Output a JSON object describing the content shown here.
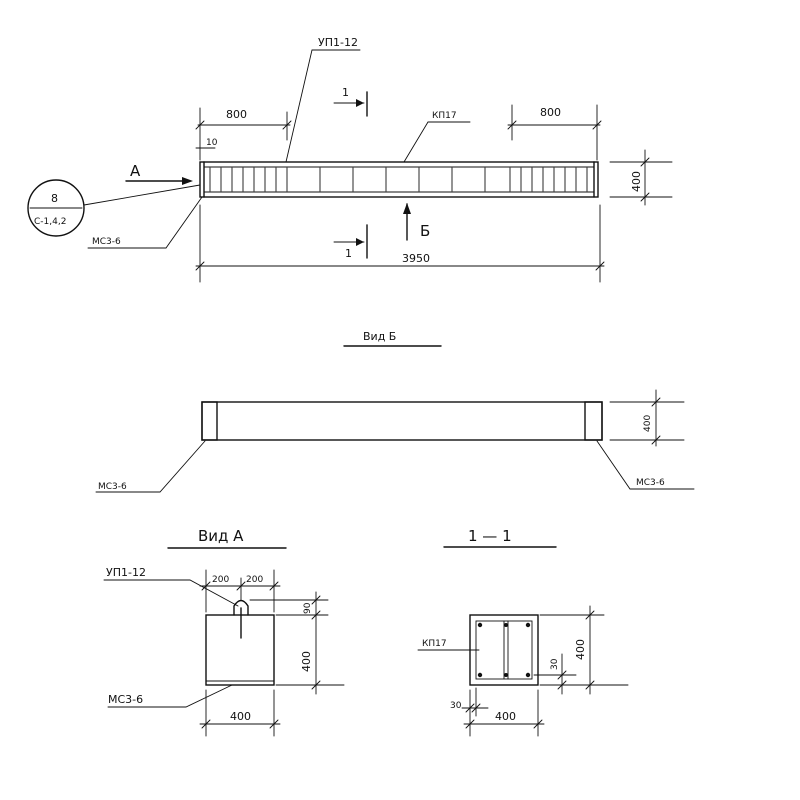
{
  "main_view": {
    "dim_left": "800",
    "dim_right": "800",
    "dim_offset": "10",
    "dim_total": "3950",
    "dim_height": "400",
    "label_up": "УП1-12",
    "label_kp": "КП17",
    "label_mc": "МС3-6",
    "view_a_arrow": "А",
    "view_b_arrow": "Б",
    "section_mark": "1",
    "callout_top": "8",
    "callout_bottom": "С-1,4,2"
  },
  "view_b": {
    "title": "Вид Б",
    "dim_height": "400",
    "label_left": "МС3-6",
    "label_right": "МС3-6"
  },
  "view_a": {
    "title": "Вид А",
    "label_up": "УП1-12",
    "label_mc": "МС3-6",
    "dim_half_left": "200",
    "dim_half_right": "200",
    "dim_loop": "90",
    "dim_height": "400",
    "dim_width": "400"
  },
  "section_1_1": {
    "title": "1 — 1",
    "label_kp": "КП17",
    "dim_cover_side": "30",
    "dim_cover_bottom": "30",
    "dim_height": "400",
    "dim_width": "400"
  }
}
